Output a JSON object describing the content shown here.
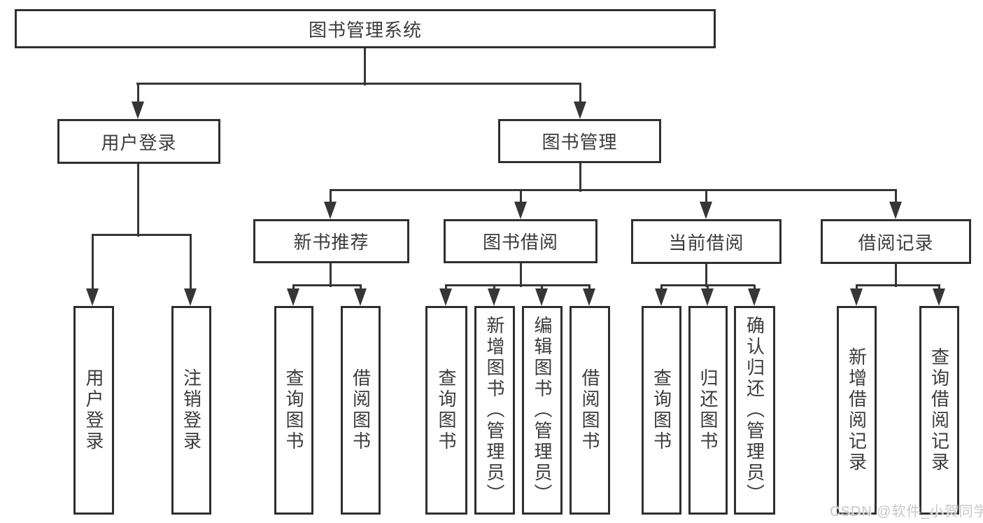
{
  "nodes": {
    "root": "图书管理系统",
    "level1": {
      "login": "用户登录",
      "mgmt": "图书管理"
    },
    "level2": {
      "newbook": "新书推荐",
      "borrow": "图书借阅",
      "current": "当前借阅",
      "records": "借阅记录"
    },
    "leaves": {
      "login": [
        "用户登录",
        "注销登录"
      ],
      "newbook": [
        "查询图书",
        "借阅图书"
      ],
      "borrow": [
        "查询图书",
        "新增图书（管理员）",
        "编辑图书（管理员）",
        "借阅图书"
      ],
      "current": [
        "查询图书",
        "归还图书",
        "确认归还（管理员）"
      ],
      "records": [
        "新增借阅记录",
        "查询借阅记录"
      ]
    }
  },
  "watermark": "CSDN @软件_小贺同学",
  "colors": {
    "line": "#363636",
    "border": "#2f2f2f",
    "text": "#3b3b3b",
    "watermark": "#c8c8c8",
    "background": "#ffffff"
  }
}
